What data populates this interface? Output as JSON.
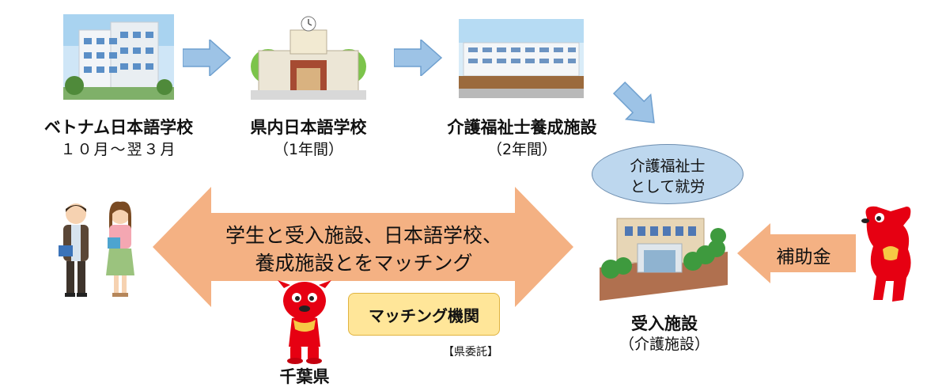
{
  "flow": {
    "step1": {
      "title": "ベトナム日本語学校",
      "sub": "１０月～翌３月"
    },
    "step2": {
      "title": "県内日本語学校",
      "sub": "（1年間）"
    },
    "step3": {
      "title": "介護福祉士養成施設",
      "sub": "（2年間）"
    }
  },
  "bubble": {
    "line1": "介護福祉士",
    "line2": "として就労"
  },
  "matching_arrow": {
    "line1": "学生と受入施設、日本語学校、",
    "line2": "養成施設とをマッチング"
  },
  "matching_org": {
    "label": "マッチング機関",
    "note": "【県委託】"
  },
  "prefecture": {
    "label": "千葉県"
  },
  "facility": {
    "title": "受入施設",
    "sub": "（介護施設）"
  },
  "subsidy": {
    "label": "補助金"
  },
  "colors": {
    "blue_arrow": "#9dc3e6",
    "orange_arrow": "#f4b183",
    "bubble_fill": "#bdd7ee",
    "org_box": "#ffe699",
    "mascot_red": "#e60012"
  }
}
